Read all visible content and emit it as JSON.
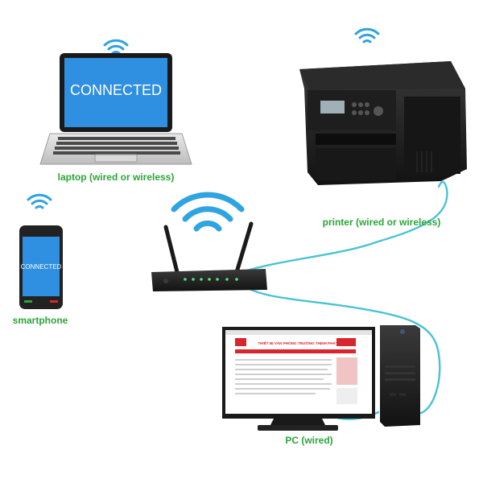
{
  "devices": {
    "laptop": {
      "label": "laptop (wired or wireless)",
      "screen_text": "CONNECTED"
    },
    "printer": {
      "label": "printer (wired or wireless)"
    },
    "smartphone": {
      "label": "smartphone",
      "screen_text": "CONNECTED"
    },
    "pc": {
      "label": "PC (wired)",
      "site_title": "THIẾT BỊ VĂN PHÒNG TRƯỜNG THỊNH PHÁT"
    }
  },
  "colors": {
    "label_green": "#2aa538",
    "wifi_blue": "#2fa4e0",
    "cable_cyan": "#49c2d6",
    "screen_blue": "#2f8fe0",
    "site_red": "#d8262c"
  },
  "icons": [
    "wifi-icon",
    "laptop",
    "printer",
    "smartphone",
    "router",
    "monitor",
    "pc-tower"
  ]
}
